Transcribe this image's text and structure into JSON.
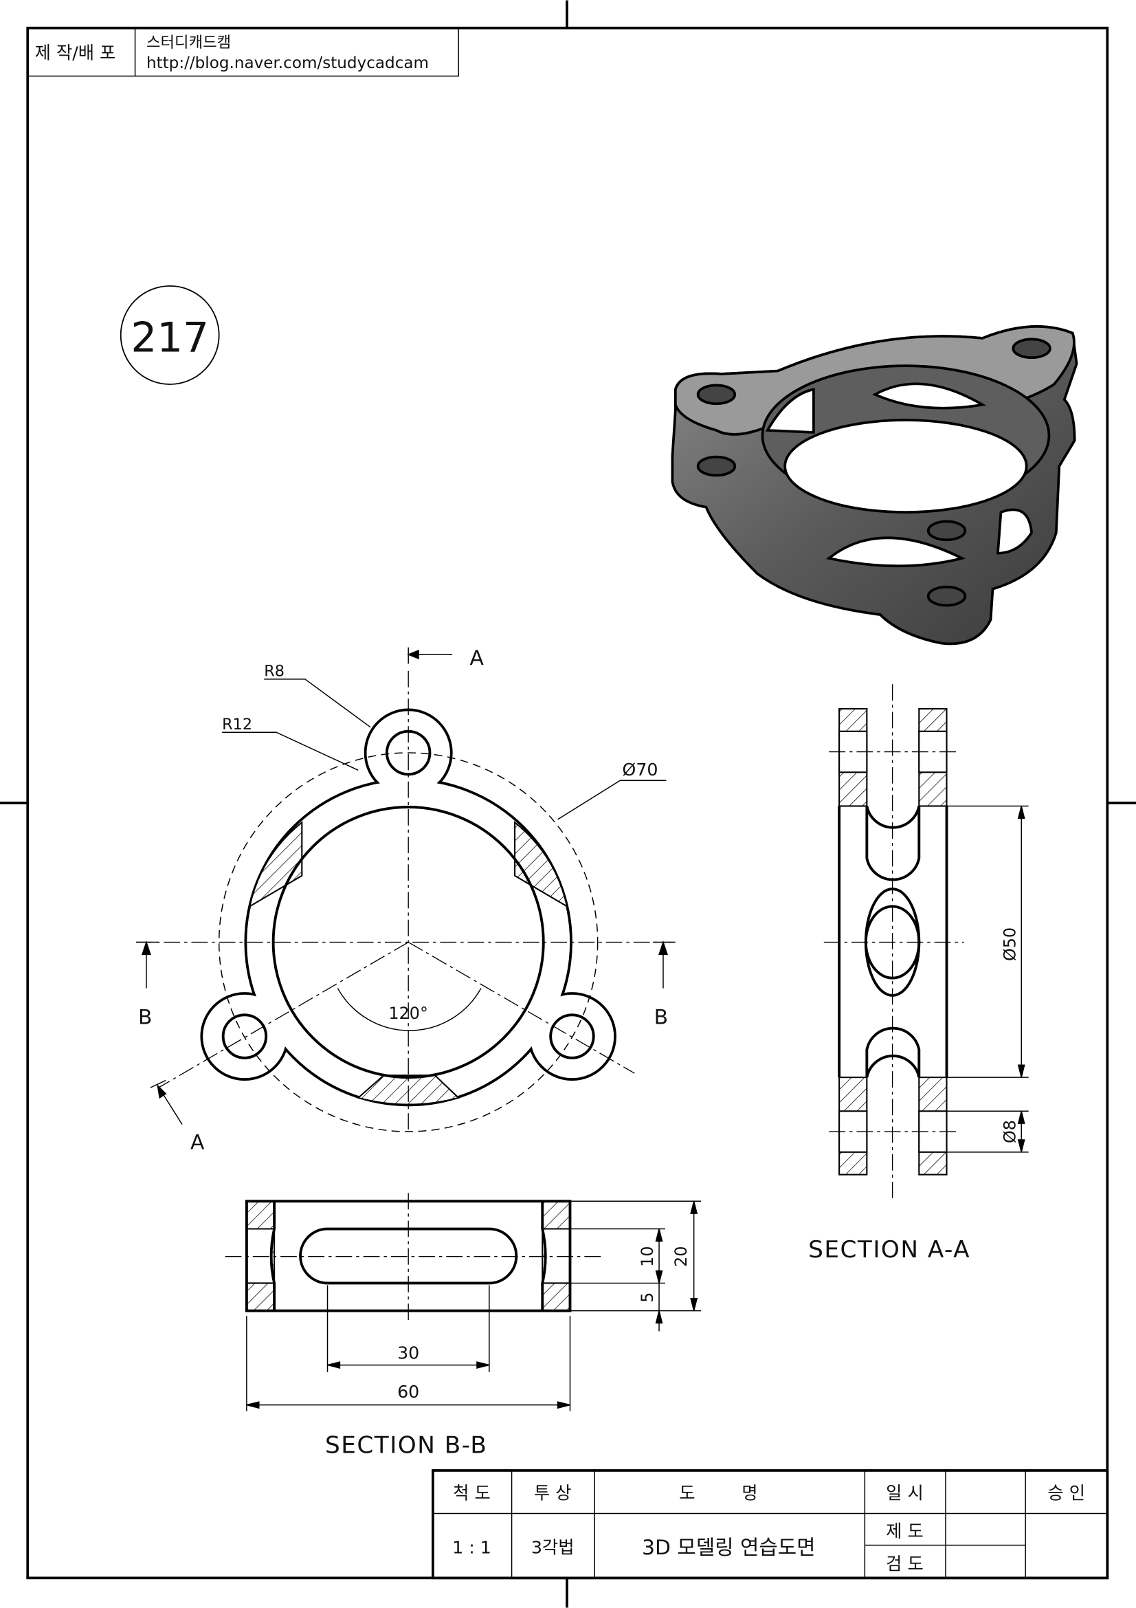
{
  "header": {
    "label": "제 작/배 포",
    "author": "스터디캐드캠",
    "url": "http://blog.naver.com/studycadcam"
  },
  "drawing_number": "217",
  "top_view": {
    "cut_a": "A",
    "cut_a2": "A",
    "cut_b_left": "B",
    "cut_b_right": "B",
    "r8": "R8",
    "r12": "R12",
    "dia70": "Ø70",
    "angle": "120°"
  },
  "section_aa": {
    "title": "SECTION A-A",
    "dia50": "Ø50",
    "dia8": "Ø8"
  },
  "section_bb": {
    "title": "SECTION B-B",
    "dim10": "10",
    "dim20": "20",
    "dim5": "5",
    "dim30": "30",
    "dim60": "60"
  },
  "title_block": {
    "scale_label": "척 도",
    "projection_label": "투 상",
    "name_label": "도 명",
    "date_label": "일 시",
    "approve_label": "승 인",
    "scale": "1 : 1",
    "projection": "3각법",
    "name": "3D 모델링 연습도면",
    "drawn_label": "제 도",
    "checked_label": "검 도"
  }
}
